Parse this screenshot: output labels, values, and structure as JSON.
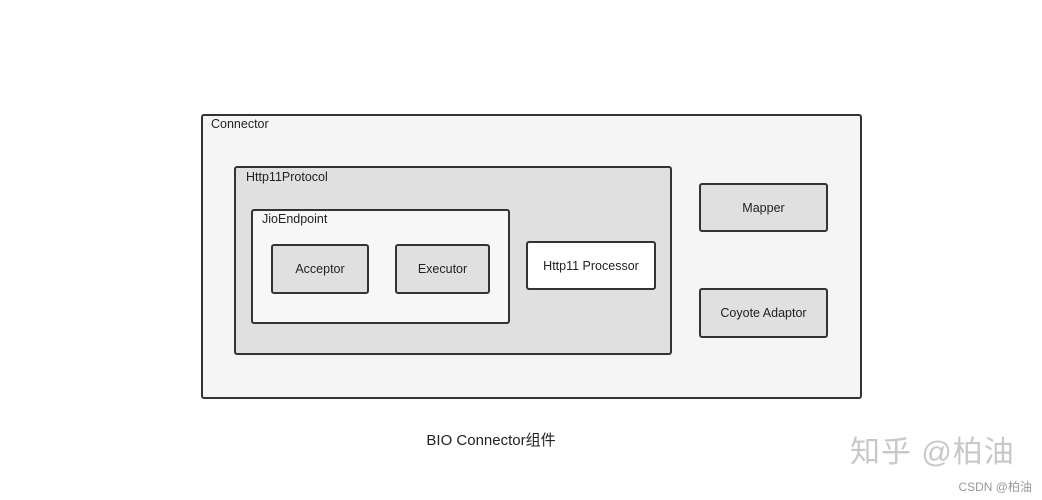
{
  "diagram": {
    "connector": {
      "label": "Connector"
    },
    "protocol": {
      "label": "Http11Protocol"
    },
    "endpoint": {
      "label": "JioEndpoint"
    },
    "acceptor": {
      "label": "Acceptor"
    },
    "executor": {
      "label": "Executor"
    },
    "processor": {
      "label": "Http11 Processor"
    },
    "mapper": {
      "label": "Mapper"
    },
    "adaptor": {
      "label": "Coyote Adaptor"
    }
  },
  "caption": "BIO Connector组件",
  "watermark": "知乎 @柏油",
  "credit": "CSDN @柏油",
  "colors": {
    "border": "#333333",
    "outer_fill": "#f5f5f5",
    "gray_fill": "#e0e0e0",
    "white_fill": "#ffffff"
  }
}
